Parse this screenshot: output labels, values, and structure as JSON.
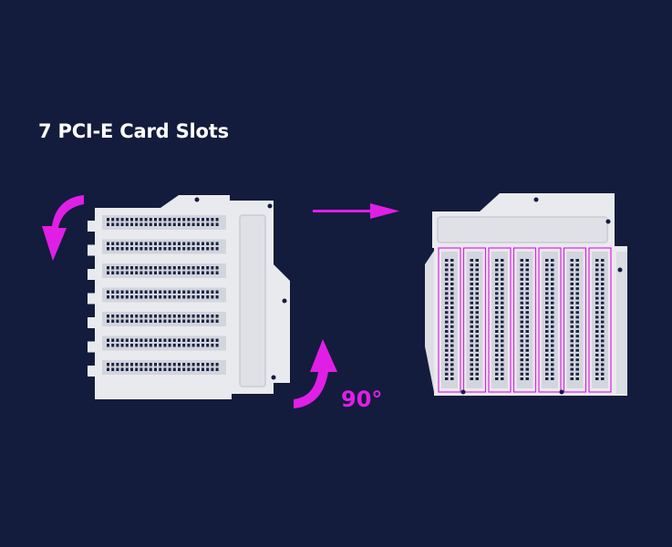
{
  "title": "7 PCI-E Card Slots",
  "rotation_label": "90°",
  "colors": {
    "background": "#131c3d",
    "bracket": "#e9eaee",
    "bracket_shade": "#d3d5dc",
    "slot_vent": "#1a2346",
    "accent": "#e01fe6",
    "title_text": "#ffffff"
  },
  "slot_count": 7,
  "icons": {
    "rotate_down": "curved-arrow-down-icon",
    "rotate_up": "curved-arrow-up-icon",
    "transition": "arrow-right-icon"
  }
}
